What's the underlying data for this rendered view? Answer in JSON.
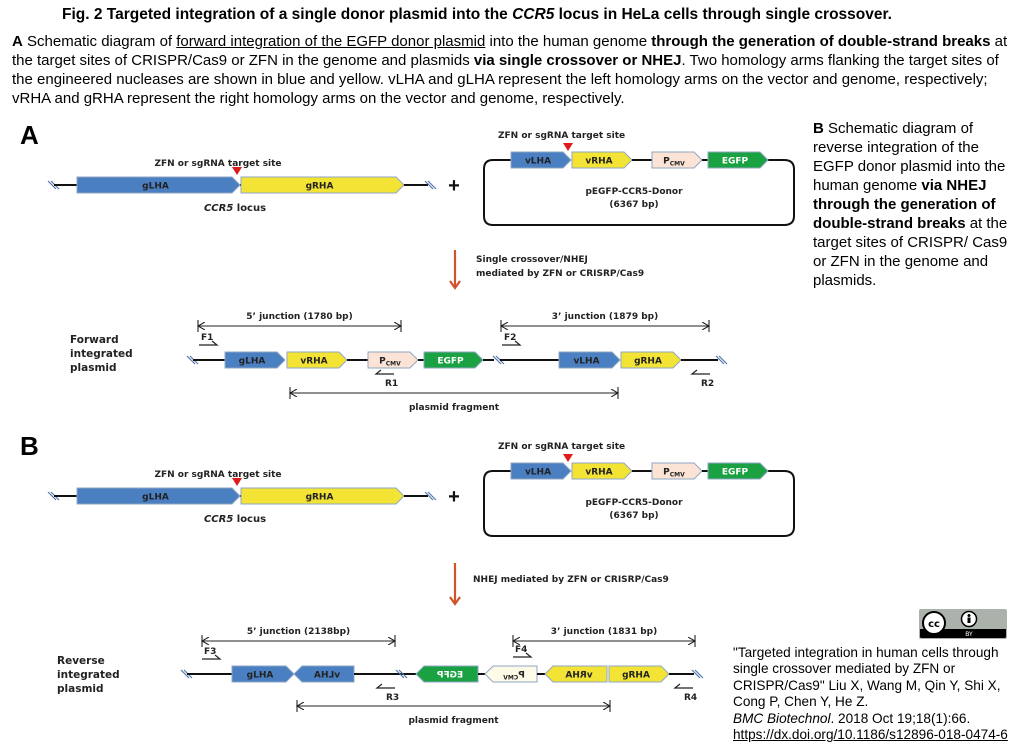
{
  "figure": {
    "title_prefix": "Fig. 2 Targeted integration of a single donor plasmid into the ",
    "title_gene": "CCR5",
    "title_suffix": " locus in HeLa cells through single crossover."
  },
  "caption_a": {
    "panel": "A",
    "t1": " Schematic diagram of ",
    "t2_underlined": "forward integration of the EGFP donor plasmid",
    "t3": " into the human genome ",
    "t4_bold": "through the generation of double-strand breaks",
    "t5": " at the target sites of CRISPR/Cas9 or ZFN in the genome and plasmids ",
    "t6_bold": "via single crossover or NHEJ",
    "t7": ". Two homology arms flanking the target sites of the engineered nucleases are shown in blue and yellow. vLHA and gLHA represent the left homology arms on the vector and genome, respectively; vRHA and gRHA represent the right homology arms on the vector and genome, respectively."
  },
  "caption_b": {
    "panel": "B",
    "t1": " Schematic diagram of reverse integration of the EGFP donor plasmid into the human genome ",
    "t2_bold": "via NHEJ through the generation of double-strand breaks",
    "t3": " at the target sites of CRISPR/ Cas9 or ZFN in the genome and plasmids."
  },
  "colors": {
    "blue": "#4a7fc1",
    "yellow": "#f3e335",
    "pcmv": "#fbe4d5",
    "pcmv_rev": "#fdfbe8",
    "green": "#1aa142",
    "arrow": "#d2532a",
    "cut": "#e01b1b",
    "break": "#5577aa"
  },
  "diagram": {
    "panels": [
      {
        "letter": "A",
        "target_site_label": "ZFN or sgRNA target site",
        "locus": {
          "left_arm": "gLHA",
          "right_arm": "gRHA",
          "label_gene": "CCR5",
          "label_suffix": " locus"
        },
        "plus": "+",
        "plasmid": {
          "target_site_label": "ZFN or sgRNA target site",
          "parts": [
            "vLHA",
            "vRHA",
            "P",
            "EGFP"
          ],
          "promoter_sub": "CMV",
          "name": "pEGFP-CCR5-Donor",
          "size": "(6367 bp)"
        },
        "step_line1": "Single crossover/NHEJ",
        "step_line2": "mediated by ZFN or CRISRP/Cas9",
        "result_label": [
          "Forward",
          "integrated",
          "plasmid"
        ],
        "junction5": "5’ junction (1780 bp)",
        "junction3": "3’ junction (1879 bp)",
        "primers": [
          "F1",
          "R1",
          "F2",
          "R2"
        ],
        "parts_left": [
          "gLHA",
          "vRHA",
          "P",
          "EGFP"
        ],
        "parts_right": [
          "vLHA",
          "gRHA"
        ],
        "fragment": "plasmid fragment"
      },
      {
        "letter": "B",
        "target_site_label": "ZFN or sgRNA target site",
        "locus": {
          "left_arm": "gLHA",
          "right_arm": "gRHA",
          "label_gene": "CCR5",
          "label_suffix": " locus"
        },
        "plus": "+",
        "plasmid": {
          "target_site_label": "ZFN or sgRNA target site",
          "parts": [
            "vLHA",
            "vRHA",
            "P",
            "EGFP"
          ],
          "promoter_sub": "CMV",
          "name": "pEGFP-CCR5-Donor",
          "size": "(6367 bp)"
        },
        "step_line1": "NHEJ mediated by ZFN or CRISRP/Cas9",
        "result_label": [
          "Reverse",
          "integrated",
          "plasmid"
        ],
        "junction5": "5’ junction (2138bp)",
        "junction3": "3’ junction (1831 bp)",
        "primers": [
          "F3",
          "R3",
          "F4",
          "R4"
        ],
        "parts_left": [
          "gLHA",
          "vLHA"
        ],
        "parts_right": [
          "EGFP",
          "P",
          "vRHA",
          "gRHA"
        ],
        "fragment": "plasmid fragment"
      }
    ]
  },
  "license": {
    "cc": "cc",
    "by": "BY"
  },
  "citation": {
    "title": "\"Targeted integration in human cells through single crossover mediated by ZFN or CRISPR/Cas9\"",
    "authors": " Liu X, Wang M, Qin Y, Shi X, Cong P, Chen Y, He Z.",
    "journal": "BMC Biotechnol",
    "details": ". 2018 Oct 19;18(1):66.",
    "doi": "https://dx.doi.org/10.1186/s12896-018-0474-6"
  }
}
